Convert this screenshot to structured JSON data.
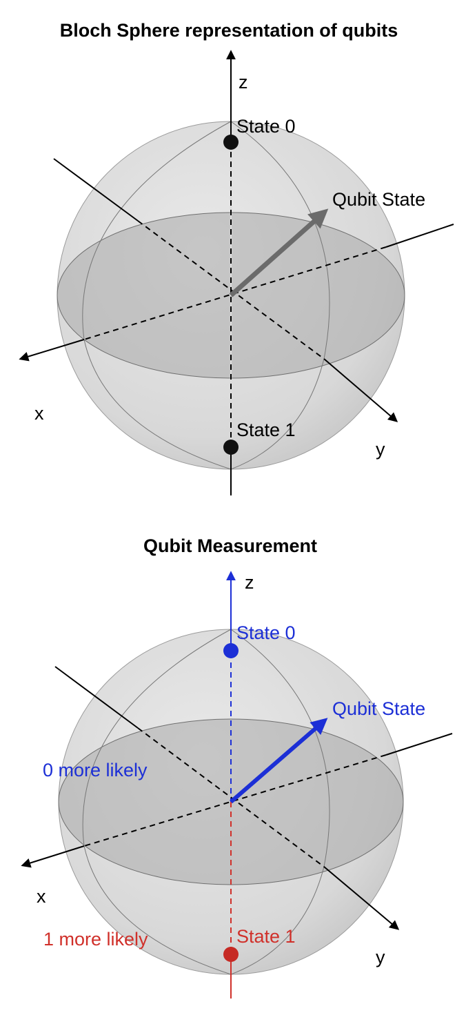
{
  "panel_1": {
    "title": "Bloch Sphere representation of qubits",
    "axis_labels": {
      "z": "z",
      "x": "x",
      "y": "y"
    },
    "state_0_label": "State 0",
    "state_1_label": "State 1",
    "qubit_state_label": "Qubit State"
  },
  "panel_2": {
    "title": "Qubit Measurement",
    "axis_labels": {
      "z": "z",
      "x": "x",
      "y": "y"
    },
    "state_0_label": "State 0",
    "state_1_label": "State 1",
    "qubit_state_label": "Qubit State",
    "upper_note": "0 more likely",
    "lower_note": "1 more likely"
  },
  "colors": {
    "sphere_fill": "#d9d9d9",
    "equator_fill": "#a6a6a6",
    "state_vector_panel_1": "#6b6b6b",
    "blue": "#1c2fd6",
    "red": "#d0302a",
    "axis": "#000000"
  }
}
